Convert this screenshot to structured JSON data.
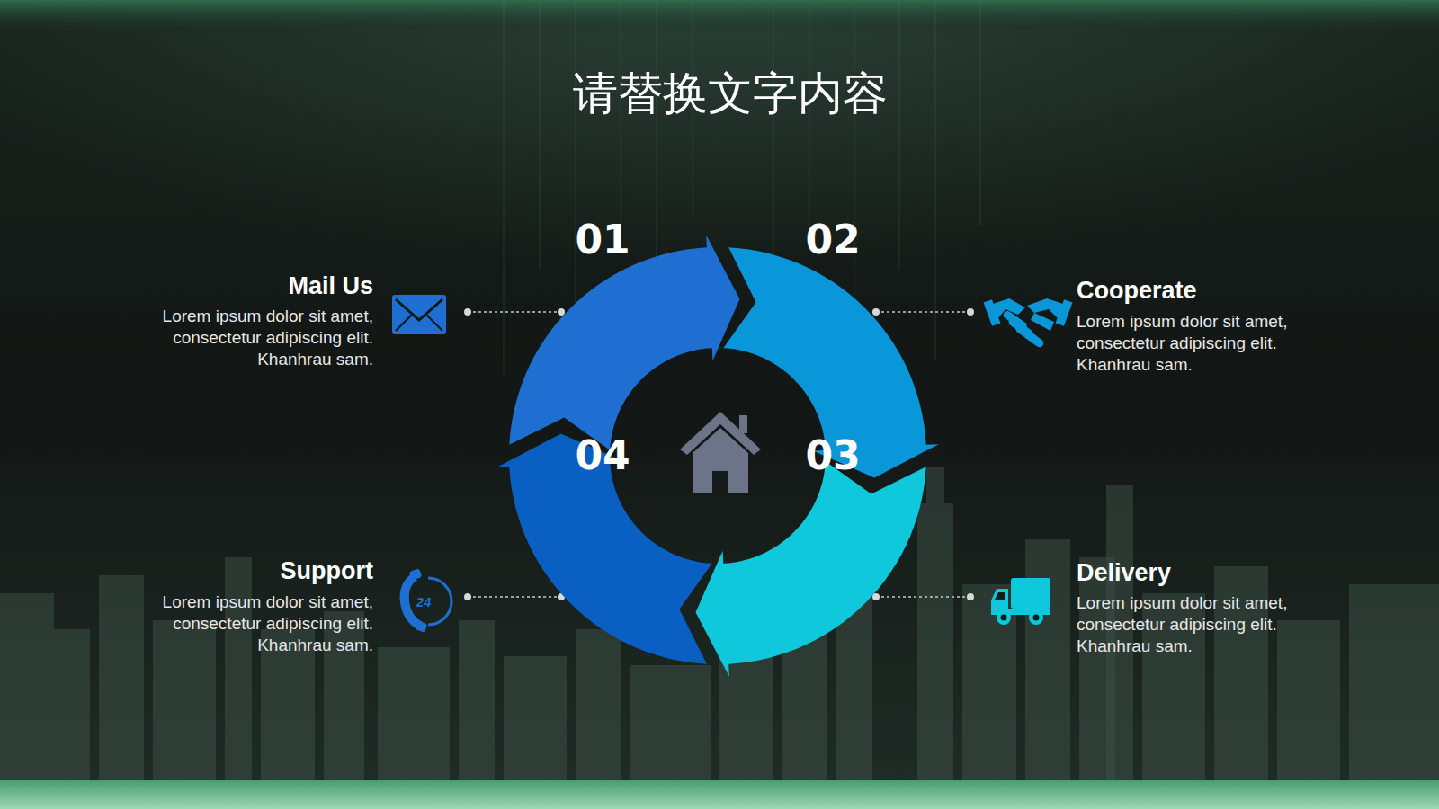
{
  "diagram": {
    "title": "请替换文字内容",
    "nodes": [
      {
        "text": [
          "01"
        ]
      },
      {
        "text": [
          "02"
        ]
      },
      {
        "text": [
          "03"
        ]
      },
      {
        "text": [
          "04"
        ]
      }
    ],
    "labels": [
      "Mail Us",
      "Lorem ipsum dolor sit amet, consectetur adipiscing elit. Khanhrau sam.",
      "Cooperate",
      "Lorem ipsum dolor sit amet, consectetur adipiscing elit. Khanhrau sam.",
      "Support",
      "Lorem ipsum dolor sit amet, consectetur adipiscing elit. Khanhrau sam.",
      "Delivery",
      "Lorem ipsum dolor sit amet, consectetur adipiscing elit. Khanhrau sam.",
      "24"
    ]
  }
}
